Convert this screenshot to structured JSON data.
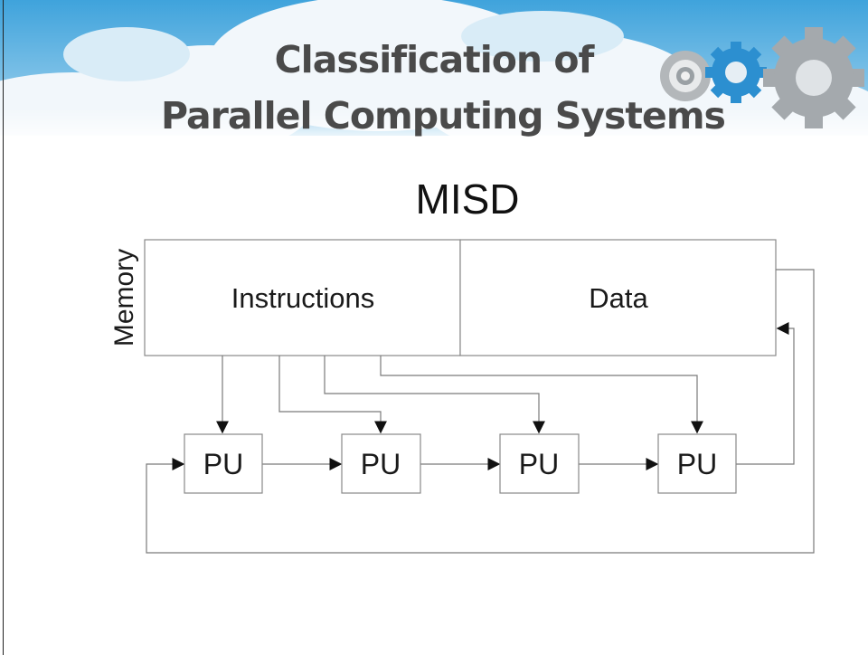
{
  "slide": {
    "title_line1": "Classification of",
    "title_line2": "Parallel Computing Systems",
    "subtitle": "MISD"
  },
  "diagram": {
    "memory_label": "Memory",
    "instructions_label": "Instructions",
    "data_label": "Data",
    "processing_units": [
      "PU",
      "PU",
      "PU",
      "PU"
    ]
  },
  "colors": {
    "title_text": "#4a4a4a",
    "sky_blue": "#5ab0de",
    "cloud_white": "#f4f8fb",
    "gear_gray": "#9ea3a7",
    "gear_blue": "#2c8fd0",
    "line": "#7a7a7a"
  },
  "icons": [
    "gear-icon",
    "gear-icon",
    "gear-icon"
  ]
}
